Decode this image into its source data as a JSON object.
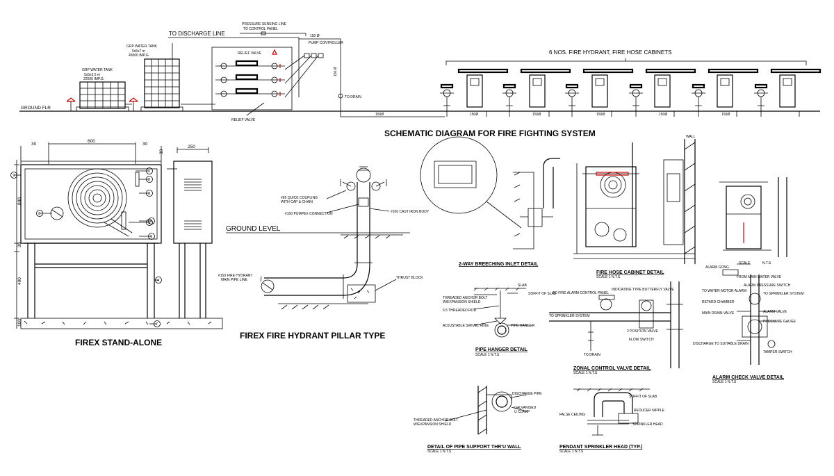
{
  "schematic": {
    "title": "SCHEMATIC DIAGRAM FOR FIRE FIGHTING SYSTEM",
    "ground_label": "GROUND FLR",
    "tank_small_title": "GRP WATER TANK",
    "tank_small_size": "5x5x3.5 m",
    "tank_small_cap": "22500 IMP.G.",
    "tank_large_title": "GRP WATER TANK",
    "tank_large_size": "5x5x7 m",
    "tank_large_cap": "45000 IMP.G.",
    "discharge_line": "TO DISCHARGE LINE",
    "pressure_line_1": "PRESSURE SENSING LINE",
    "pressure_line_2": "TO CONTROL PANEL",
    "pipe_150": "150 Ø",
    "pipe_150_v": "150 Ø",
    "pump_controller": "PUMP CONTROLLER",
    "relief_valve_top": "RELIEF VALVE",
    "relief_valve_bottom": "RELIEF VALVE",
    "drain_label": "TO DRAIN",
    "cabinets_label": "6 NOS. FIRE HYDRANT, FIRE HOSE CABINETS",
    "main_pipe": "150Ø",
    "branch_pipes": [
      "150Ø",
      "150Ø",
      "150Ø",
      "150Ø",
      "150Ø"
    ]
  },
  "standalone": {
    "title": "FIREX STAND-ALONE",
    "dim_width": "600",
    "dim_side": "250",
    "dim_30_a": "30",
    "dim_30_b": "30",
    "dim_30_c": "30",
    "dim_height": "800",
    "dim_30_v": "30",
    "dim_400": "400",
    "dim_100": "100",
    "callouts": [
      "1",
      "2",
      "3",
      "4",
      "5",
      "6",
      "7",
      "8",
      "9",
      "6"
    ]
  },
  "hydrant": {
    "title": "FIREX FIRE HYDRANT PILLAR TYPE",
    "ground_level": "GROUND LEVEL",
    "coupling_1": "#65 QUICK COUPLING",
    "coupling_2": "WITH CAP & CHAIN",
    "pumper": "#100 PUMPEX CONNECTION",
    "body": "#100 CAST IRON BODY",
    "main_1": "#150 FIRE HYDRANT",
    "main_2": "MAIN PIPE LINE",
    "thrust": "THRUST BLOCK"
  },
  "details": {
    "breeching": "2-WAY BREECHING INLET DETAIL",
    "hose_cabinet": "FIRE HOSE CABINET DETAIL",
    "hose_cabinet_scale": "SCALE 1 N.T.S",
    "wall": "WALL",
    "pipe_hanger": "PIPE HANGER DETAIL",
    "pipe_hanger_scale": "SCALE 1 N.T.S",
    "zonal": "ZONAL CONTROL VALVE DETAIL",
    "zonal_scale": "SCALE 1 N.T.S",
    "alarm_check": "ALARM CHECK VALVE DETAIL",
    "alarm_check_scale": "SCALE 1 N.T.S",
    "pipe_support": "DETAIL OF PIPE SUPPORT THR'U WALL",
    "pipe_support_scale": "SCALE 1 N.T.S",
    "pendant": "PENDANT SPRINKLER HEAD (TYP.)",
    "pendant_scale": "SCALE 1 N.T.S",
    "scale_label": "SCALE",
    "scale_val": "N.T.S",
    "hanger_notes": [
      "THREADED ANCHOR BOLT",
      "W/EXPANSION SHIELD",
      "6.5 THREADED ROD",
      "ADJUSTABLE SWIVEL RING",
      "PIPE HANGER",
      "SOFFIT OF SLAB",
      "SLAB"
    ],
    "zonal_notes": [
      "TO FIRE ALARM CONTROL PANEL",
      "INDICATING TYPE BUTTERFLY VALVE",
      "TO SPRINKLER SYSTEM",
      "2 POSITION VALVE",
      "TO DRAIN",
      "FLOW SWITCH"
    ],
    "alarm_notes": [
      "FROM MAIN WATER VALVE",
      "ALARM GONG",
      "TO WATER MOTOR ALARM",
      "ALARM PRESSURE SWITCH",
      "TO SPRINKLER SYSTEM",
      "RETARD CHAMBER",
      "MAIN DRAIN VALVE",
      "ALARM VALVE",
      "PRESSURE GAUGE",
      "DISCHARGE TO SUITABLE DRAIN",
      "TAMPER SWITCH"
    ],
    "support_notes": [
      "THREADED ANCHOR BOLT",
      "W/EXPANSION SHIELD",
      "DISCHARGE PIPE",
      "GALVANISED",
      "U CLAMP"
    ],
    "pendant_notes": [
      "SOFFIT OF SLAB",
      "REDUCER NIPPLE",
      "FALSE CEILING",
      "SPRINKLER HEAD"
    ]
  }
}
